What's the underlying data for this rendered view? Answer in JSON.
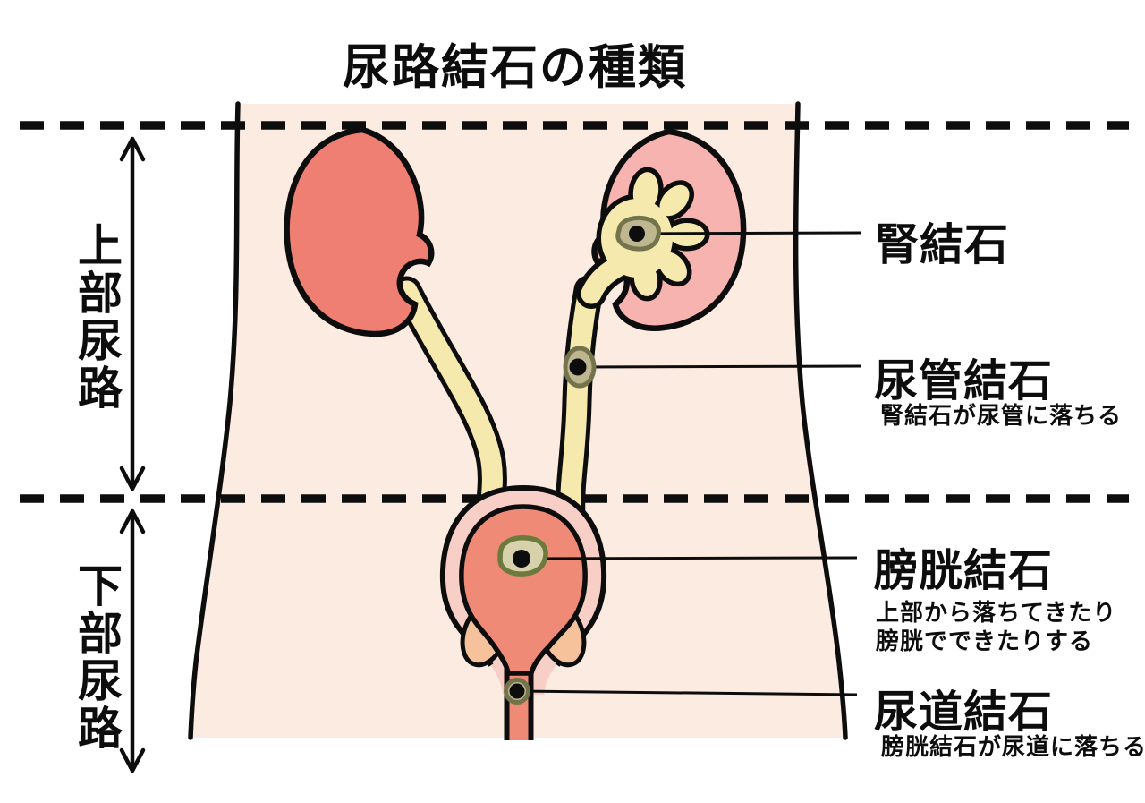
{
  "title": "尿路結石の種類",
  "regions": {
    "upper": {
      "label": "上部尿路"
    },
    "lower": {
      "label": "下部尿路"
    }
  },
  "annotations": {
    "kidney_stone": {
      "label": "腎結石"
    },
    "ureter_stone": {
      "label": "尿管結石",
      "note": "腎結石が尿管に落ちる"
    },
    "bladder_stone": {
      "label": "膀胱結石",
      "note_line1": "上部から落ちてきたり",
      "note_line2": "膀胱でできたりする"
    },
    "urethra_stone": {
      "label": "尿道結石",
      "note": "膀胱結石が尿道に落ちる"
    }
  },
  "anatomy": {
    "torso": "torso",
    "left_kidney": "kidney (solid view)",
    "right_kidney": "kidney (cutaway with renal pelvis)",
    "ureters": "ureters",
    "bladder": "bladder",
    "urethra": "urethra"
  },
  "colors": {
    "outline": "#0d0d0d",
    "torso": "#fcebe1",
    "kidney_left": "#ee7f72",
    "kidney_right": "#f6b3b0",
    "duct_yellow": "#f6e9ae",
    "bladder_outer": "#f8cfc6",
    "bladder_inner": "#ee8a76",
    "prostate": "#f5c29c",
    "stone_fill": "#bdb68e",
    "stone_fill_light": "#d8d2ac",
    "stone_outline": "#74744c",
    "stone_outline_green": "#6c7a3e"
  }
}
